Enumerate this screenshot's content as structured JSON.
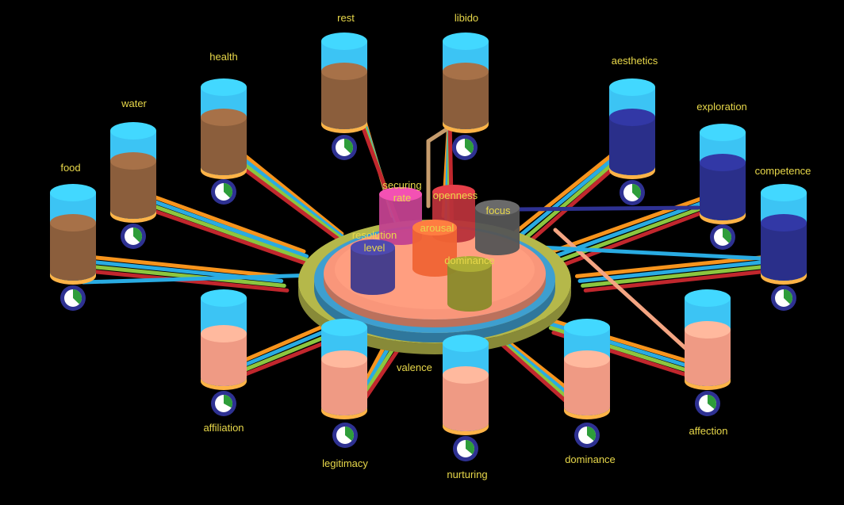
{
  "needs": [
    {
      "label": "food",
      "fill": 0.62,
      "color": "#8b5e3c"
    },
    {
      "label": "water",
      "fill": 0.62,
      "color": "#8b5e3c"
    },
    {
      "label": "health",
      "fill": 0.62,
      "color": "#8b5e3c"
    },
    {
      "label": "rest",
      "fill": 0.62,
      "color": "#8b5e3c"
    },
    {
      "label": "libido",
      "fill": 0.62,
      "color": "#8b5e3c"
    },
    {
      "label": "aesthetics",
      "fill": 0.62,
      "color": "#2a2f8a"
    },
    {
      "label": "exploration",
      "fill": 0.62,
      "color": "#2a2f8a"
    },
    {
      "label": "competence",
      "fill": 0.62,
      "color": "#2a2f8a"
    },
    {
      "label": "affiliation",
      "fill": 0.55,
      "color": "#ef9a84"
    },
    {
      "label": "legitimacy",
      "fill": 0.6,
      "color": "#ef9a84"
    },
    {
      "label": "nurturing",
      "fill": 0.6,
      "color": "#ef9a84"
    },
    {
      "label": "dominance",
      "fill": 0.6,
      "color": "#ef9a84"
    },
    {
      "label": "affection",
      "fill": 0.6,
      "color": "#ef9a84"
    }
  ],
  "modulators": [
    {
      "label": "securing rate",
      "color": "#c2418f"
    },
    {
      "label": "openness",
      "color": "#b8323a"
    },
    {
      "label": "focus",
      "color": "#555555"
    },
    {
      "label": "resolution level",
      "color": "#3e3a8c"
    },
    {
      "label": "arousal",
      "color": "#f06434"
    },
    {
      "label": "dominance",
      "color": "#8a8a2a"
    }
  ],
  "center": {
    "label": "valence"
  },
  "colors": {
    "background": "#000000",
    "label": "#e8d84a",
    "water_top": "#3cc4f4",
    "rim": "#ffb347",
    "line_orange": "#f7941d",
    "line_blue": "#29abe2",
    "line_green": "#8cc63f",
    "line_red": "#c1272d",
    "line_navy": "#2e3192",
    "line_tan": "#c69c6d",
    "line_salmon": "#f4a582",
    "platform": "#f9967a",
    "ring_yellow": "#b5b84a",
    "ring_blue": "#3e9fd0"
  }
}
